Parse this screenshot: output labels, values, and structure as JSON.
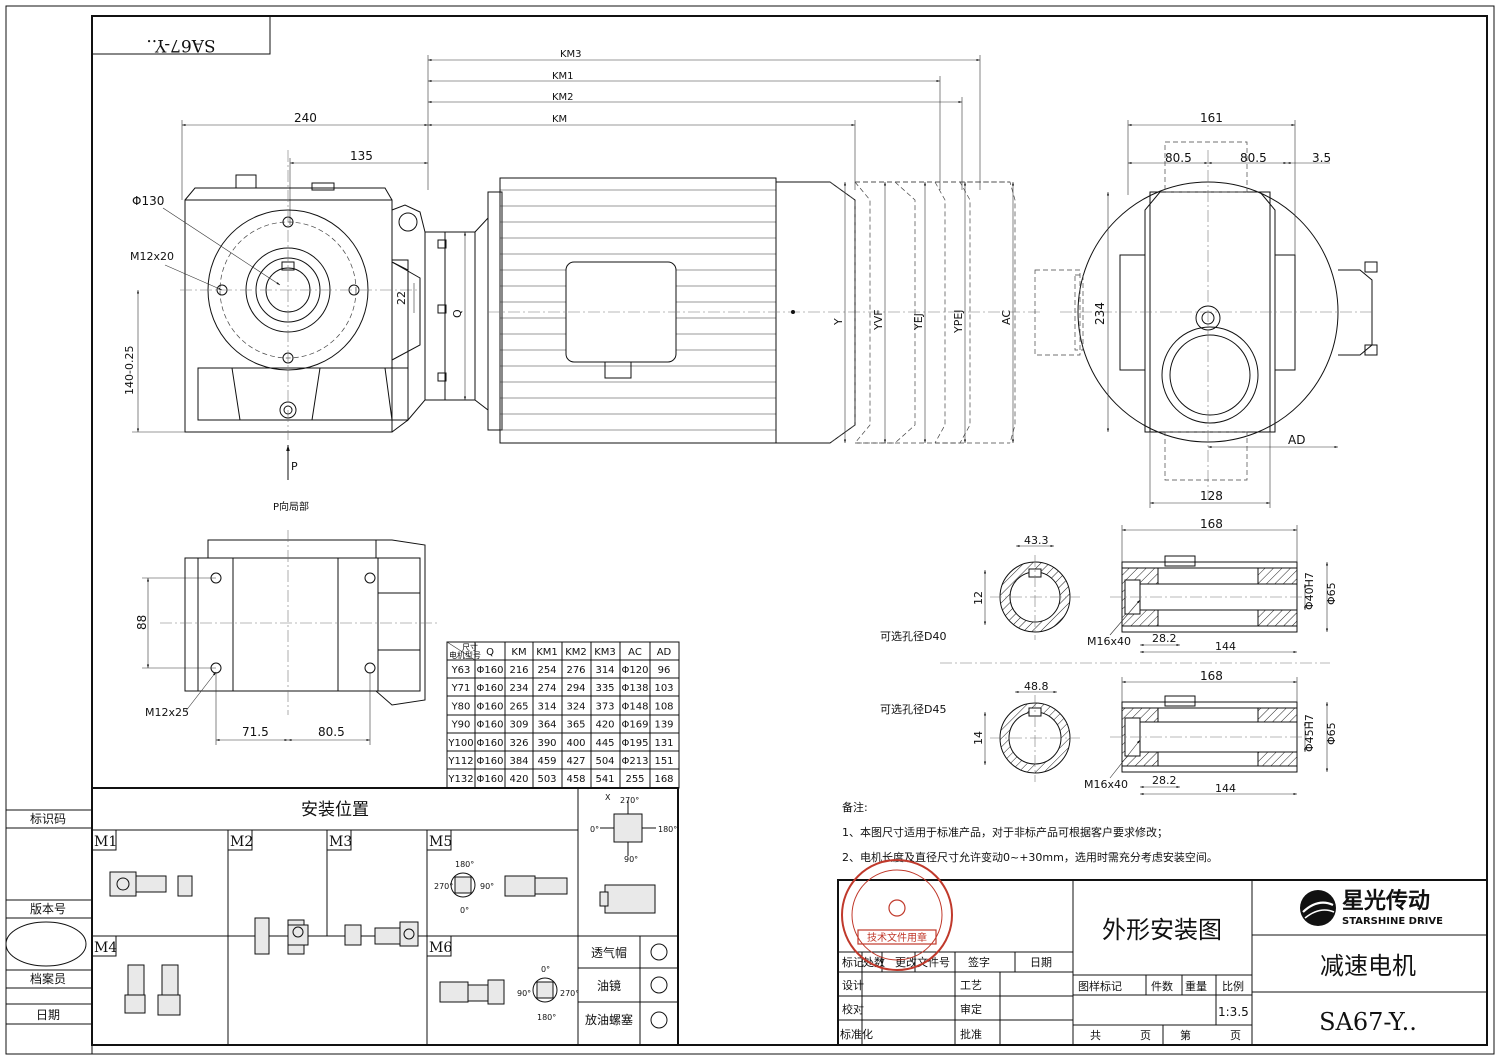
{
  "drawing": {
    "model_label": "SA67-Y..",
    "view_label": "P向局部",
    "view_arrow": "P"
  },
  "dims": {
    "km3": "KM3",
    "km1": "KM1",
    "km2": "KM2",
    "km": "KM",
    "d240": "240",
    "d135": "135",
    "phi130": "Φ130",
    "m12x20": "M12x20",
    "d140": "140-0.25",
    "d22": "22",
    "q": "Q",
    "y": "Y",
    "yvf": "YVF",
    "yej": "YEJ",
    "ypej": "YPEJ",
    "ac": "AC",
    "d161": "161",
    "d80_5a": "80.5",
    "d80_5b": "80.5",
    "d3_5": "3.5",
    "d234": "234",
    "ad": "AD",
    "d128": "128",
    "d88": "88",
    "m12x25": "M12x25",
    "d71_5": "71.5",
    "d80_5c": "80.5",
    "d43_3": "43.3",
    "d12": "12",
    "d48_8": "48.8",
    "d14": "14",
    "bore40": "可选孔径D40",
    "bore45": "可选孔径D45",
    "d168a": "168",
    "d168b": "168",
    "phi40": "Φ40H7",
    "phi65a": "Φ65",
    "phi45": "Φ45H7",
    "phi65b": "Φ65",
    "m16x40a": "M16x40",
    "m16x40b": "M16x40",
    "d28_2a": "28.2",
    "d28_2b": "28.2",
    "d144a": "144",
    "d144b": "144"
  },
  "table": {
    "header_corner_top": "尺寸",
    "header_corner_bottom": "电机型号",
    "columns": [
      "Q",
      "KM",
      "KM1",
      "KM2",
      "KM3",
      "AC",
      "AD"
    ],
    "rows": [
      {
        "model": "Y63",
        "cells": [
          "Φ160",
          "216",
          "254",
          "276",
          "314",
          "Φ120",
          "96"
        ]
      },
      {
        "model": "Y71",
        "cells": [
          "Φ160",
          "234",
          "274",
          "294",
          "335",
          "Φ138",
          "103"
        ]
      },
      {
        "model": "Y80",
        "cells": [
          "Φ160",
          "265",
          "314",
          "324",
          "373",
          "Φ148",
          "108"
        ]
      },
      {
        "model": "Y90",
        "cells": [
          "Φ160",
          "309",
          "364",
          "365",
          "420",
          "Φ169",
          "139"
        ]
      },
      {
        "model": "Y100",
        "cells": [
          "Φ160",
          "326",
          "390",
          "400",
          "445",
          "Φ195",
          "131"
        ]
      },
      {
        "model": "Y112",
        "cells": [
          "Φ160",
          "384",
          "459",
          "427",
          "504",
          "Φ213",
          "151"
        ]
      },
      {
        "model": "Y132",
        "cells": [
          "Φ160",
          "420",
          "503",
          "458",
          "541",
          "255",
          "168"
        ]
      }
    ]
  },
  "side_labels": {
    "mark_code": "标识码",
    "version": "版本号",
    "archivist": "档案员",
    "date": "日期"
  },
  "install": {
    "title": "安装位置",
    "positions": [
      "M1",
      "M2",
      "M3",
      "M5",
      "M4",
      "M6"
    ],
    "angles": [
      "270°",
      "0°",
      "180°",
      "90°",
      "X"
    ],
    "vent": "透气帽",
    "oil_glass": "油镜",
    "drain": "放油螺塞"
  },
  "notes": {
    "heading": "备注:",
    "n1": "1、本图尺寸适用于标准产品，对于非标产品可根据客户要求修改；",
    "n2": "2、电机长度及直径尺寸允许变动0~+30mm，选用时需充分考虑安装空间。"
  },
  "title_block": {
    "stamp": "技术文件用章",
    "rev_mark": "标记",
    "rev_qty": "处数",
    "rev_doc": "更改文件号",
    "rev_sign": "签字",
    "rev_date": "日期",
    "design": "设计",
    "process": "工艺",
    "check": "校对",
    "review": "审定",
    "standard": "标准化",
    "approve": "批准",
    "drawing_title": "外形安装图",
    "sample_mark": "图样标记",
    "pieces": "件数",
    "weight": "重量",
    "scale": "比例",
    "scale_value": "1:3.5",
    "total": "共",
    "page_unit_a": "页",
    "page_no": "第",
    "page_unit_b": "页",
    "company_cn": "星光传动",
    "company_en": "STARSHINE DRIVE",
    "product": "减速电机",
    "model": "SA67-Y.."
  }
}
